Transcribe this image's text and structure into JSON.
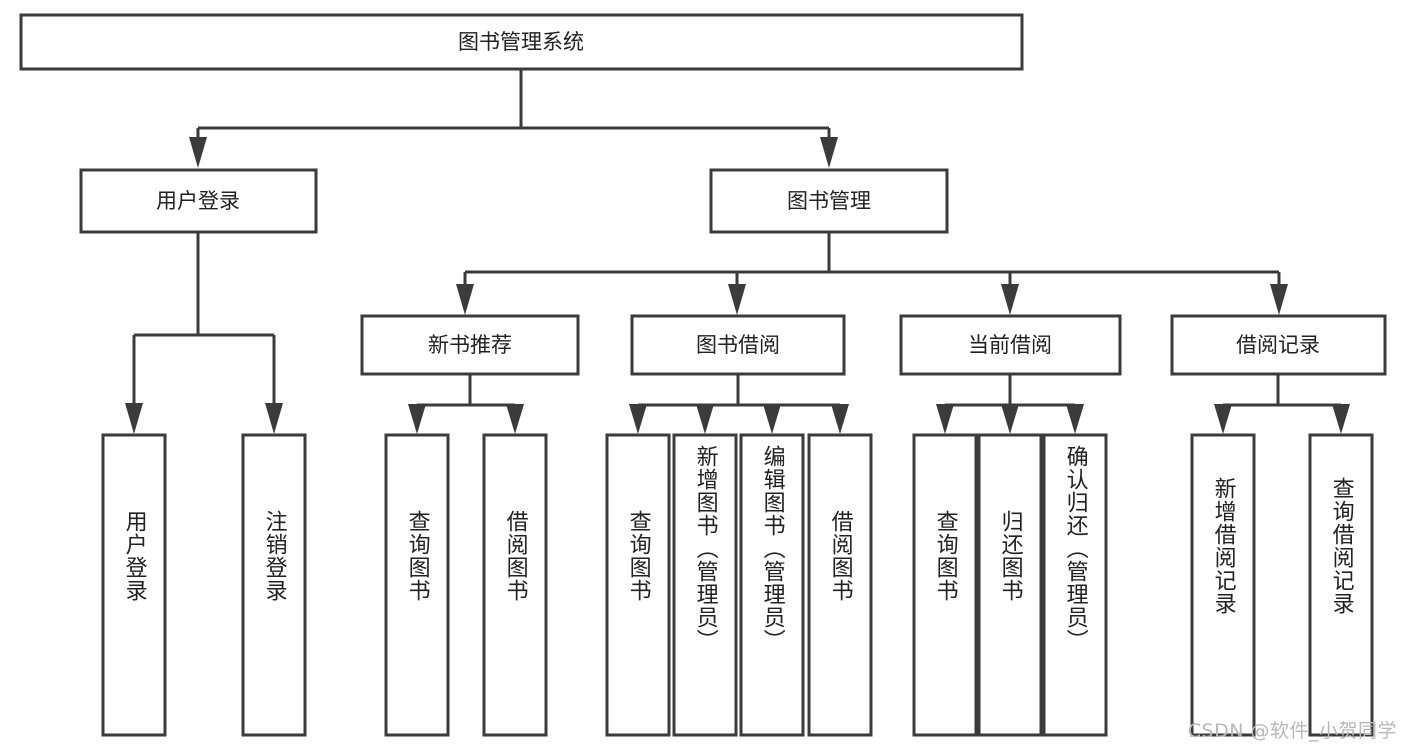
{
  "diagram": {
    "title": "图书管理系统",
    "watermark": "CSDN @软件_小贺同学",
    "colors": {
      "stroke": "#3b3b3b",
      "fill": "#ffffff",
      "text": "#222222",
      "watermark": "#b9b9b9"
    },
    "levels": {
      "root": {
        "label": "图书管理系统"
      },
      "level2": [
        {
          "label": "用户登录"
        },
        {
          "label": "图书管理"
        }
      ],
      "level3": [
        {
          "label": "新书推荐"
        },
        {
          "label": "图书借阅"
        },
        {
          "label": "当前借阅"
        },
        {
          "label": "借阅记录"
        }
      ],
      "leaves": {
        "user_login": [
          {
            "label": "用户登录"
          },
          {
            "label": "注销登录"
          }
        ],
        "new_book_recommend": [
          {
            "label": "查询图书"
          },
          {
            "label": "借阅图书"
          }
        ],
        "book_borrow": [
          {
            "label": "查询图书"
          },
          {
            "label": "新增图书（管理员）"
          },
          {
            "label": "编辑图书（管理员）"
          },
          {
            "label": "借阅图书"
          }
        ],
        "current_borrow": [
          {
            "label": "查询图书"
          },
          {
            "label": "归还图书"
          },
          {
            "label": "确认归还（管理员）"
          }
        ],
        "borrow_record": [
          {
            "label": "新增借阅记录"
          },
          {
            "label": "查询借阅记录"
          }
        ]
      }
    }
  }
}
